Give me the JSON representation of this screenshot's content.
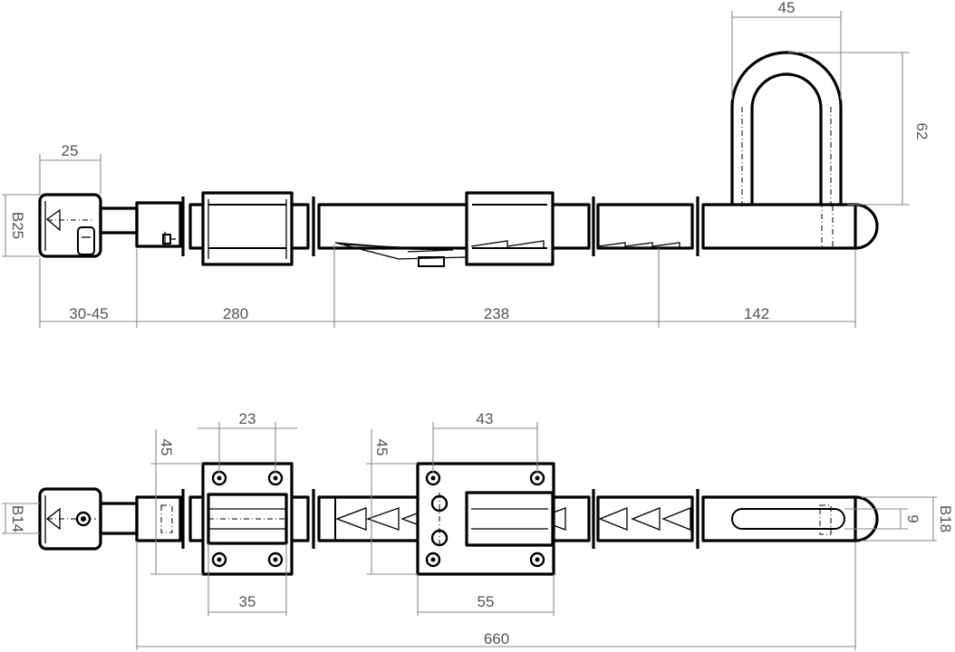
{
  "dimensions": {
    "side_view": {
      "shackle_width": "45",
      "shackle_height": "62",
      "knob_width": "25",
      "knob_diameter": "B25",
      "knob_length": "30-45",
      "segment_1": "280",
      "segment_2": "238",
      "segment_3": "142"
    },
    "top_view": {
      "bracket_1_hole_spacing": "23",
      "bracket_2_hole_spacing": "43",
      "bracket_1_height": "45",
      "bracket_2_height": "45",
      "bracket_1_width": "35",
      "bracket_2_width": "55",
      "knob_diameter": "B14",
      "slot_width": "9",
      "bolt_diameter": "B18",
      "total_length": "660"
    }
  }
}
